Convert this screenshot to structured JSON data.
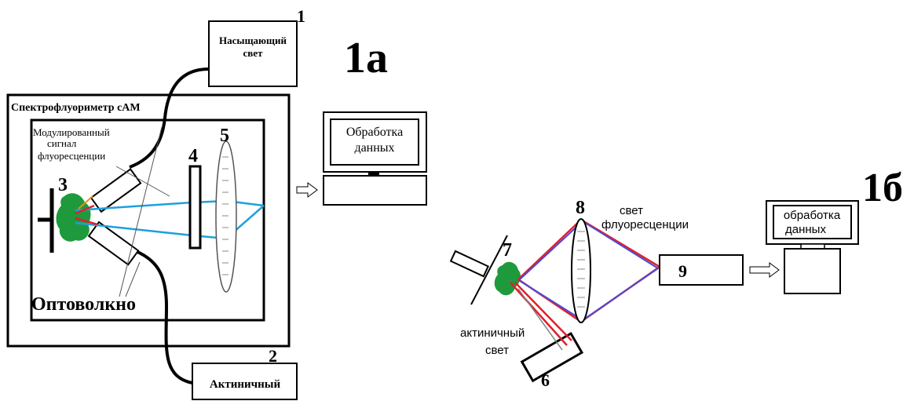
{
  "fig_a": {
    "panel_label": "1а",
    "source1_label_line1": "Насыщающий",
    "source1_label_line2": "свет",
    "source1_number": "1",
    "source2_label": "Актиничный",
    "source2_number": "2",
    "spectro_title": "Спектрофлуориметр cAM",
    "mod_signal_line1": "Модулированный",
    "mod_signal_line2": "сигнал",
    "mod_signal_line3": "флуоресценции",
    "num3": "3",
    "num4": "4",
    "num5": "5",
    "fiber_label": "Оптоволкно",
    "monitor_line1": "Обработка",
    "monitor_line2": "данных"
  },
  "fig_b": {
    "panel_label": "1б",
    "num6": "6",
    "num7": "7",
    "num8": "8",
    "num9": "9",
    "fluor_line1": "свет",
    "fluor_line2": "флуоресценции",
    "actinic_line1": "актиничный",
    "actinic_line2": "свет",
    "monitor_line1": "обработка",
    "monitor_line2": "данных"
  },
  "colors": {
    "blue_beam": "#1ea0dc",
    "red_beam": "#e0202a",
    "purple_beam": "#4a4ad8",
    "leaf_green": "#1e9a3c"
  }
}
